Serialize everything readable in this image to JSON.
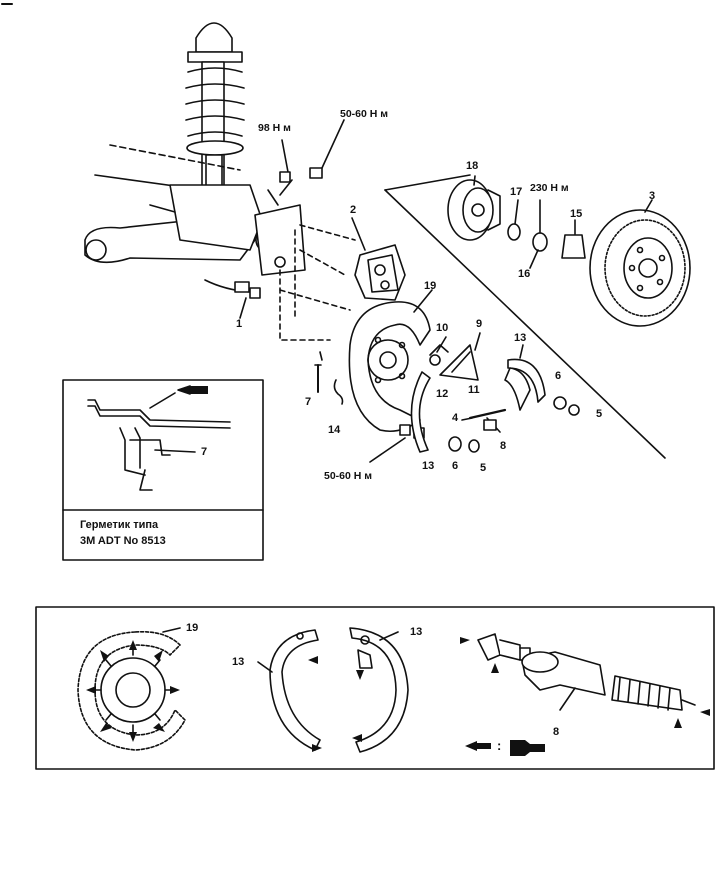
{
  "torques": {
    "t98": "98 Н м",
    "t50_top": "50-60 Н м",
    "t230": "230 Н м",
    "t50_bottom": "50-60 Н м"
  },
  "parts": {
    "p1": "1",
    "p2": "2",
    "p3": "3",
    "p4": "4",
    "p5a": "5",
    "p5b": "5",
    "p6a": "6",
    "p6b": "6",
    "p7a": "7",
    "p7b": "7",
    "p8a": "8",
    "p8b": "8",
    "p9": "9",
    "p10": "10",
    "p11": "11",
    "p12": "12",
    "p13a": "13",
    "p13b": "13",
    "p13c": "13",
    "p13d": "13",
    "p14": "14",
    "p15": "15",
    "p16": "16",
    "p17": "17",
    "p18": "18",
    "p19a": "19",
    "p19b": "19"
  },
  "sealant": {
    "line1": "Герметик типа",
    "line2": "3M ADT No 8513"
  },
  "legend": {
    "sep": ":"
  }
}
